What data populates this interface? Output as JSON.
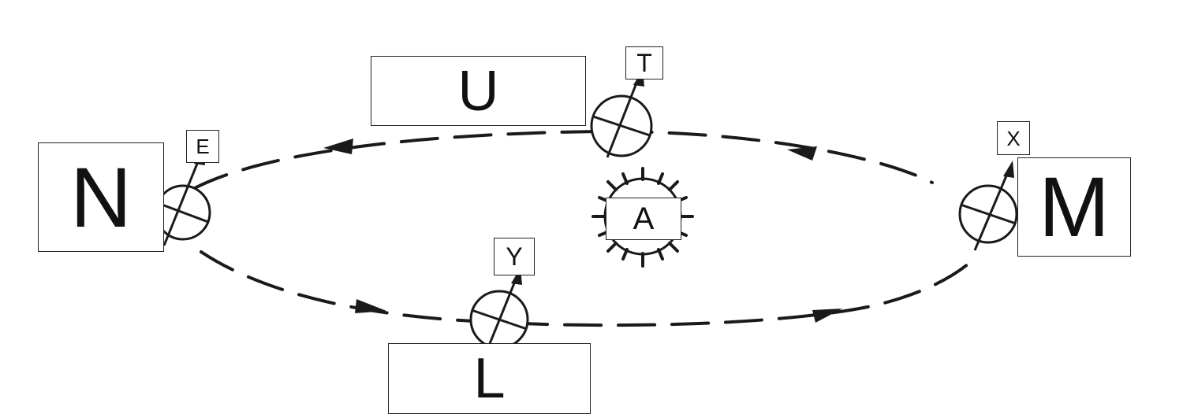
{
  "labels": {
    "N": "N",
    "M": "M",
    "U": "U",
    "L": "L",
    "A": "A",
    "E": "E",
    "T": "T",
    "X": "X",
    "Y": "Y"
  },
  "colors": {
    "line": "#1a1a1a",
    "background": "#ffffff"
  }
}
